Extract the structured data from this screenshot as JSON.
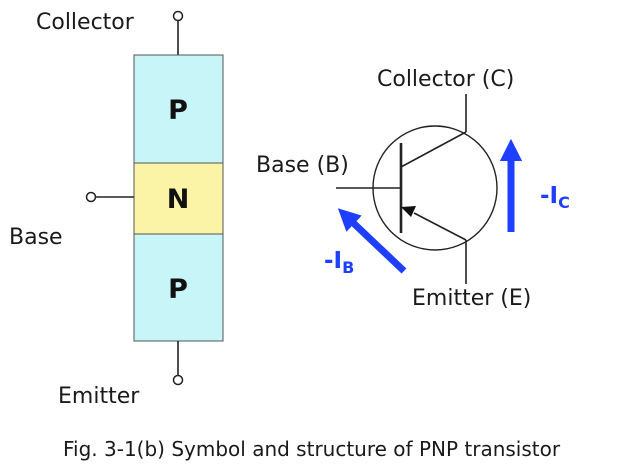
{
  "structure": {
    "collector_label": "Collector",
    "base_label": "Base",
    "emitter_label": "Emitter",
    "layers": [
      {
        "name": "P",
        "color": "#c8f5f7"
      },
      {
        "name": "N",
        "color": "#fbf3a6"
      },
      {
        "name": "P",
        "color": "#c8f5f7"
      }
    ]
  },
  "symbol": {
    "collector_label": "Collector (C)",
    "base_label": "Base (B)",
    "emitter_label": "Emitter (E)",
    "current_c": {
      "prefix": "-I",
      "sub": "C"
    },
    "current_b": {
      "prefix": "-I",
      "sub": "B"
    },
    "current_color": "#1f3fff"
  },
  "caption": "Fig. 3-1(b)  Symbol and structure of PNP transistor"
}
